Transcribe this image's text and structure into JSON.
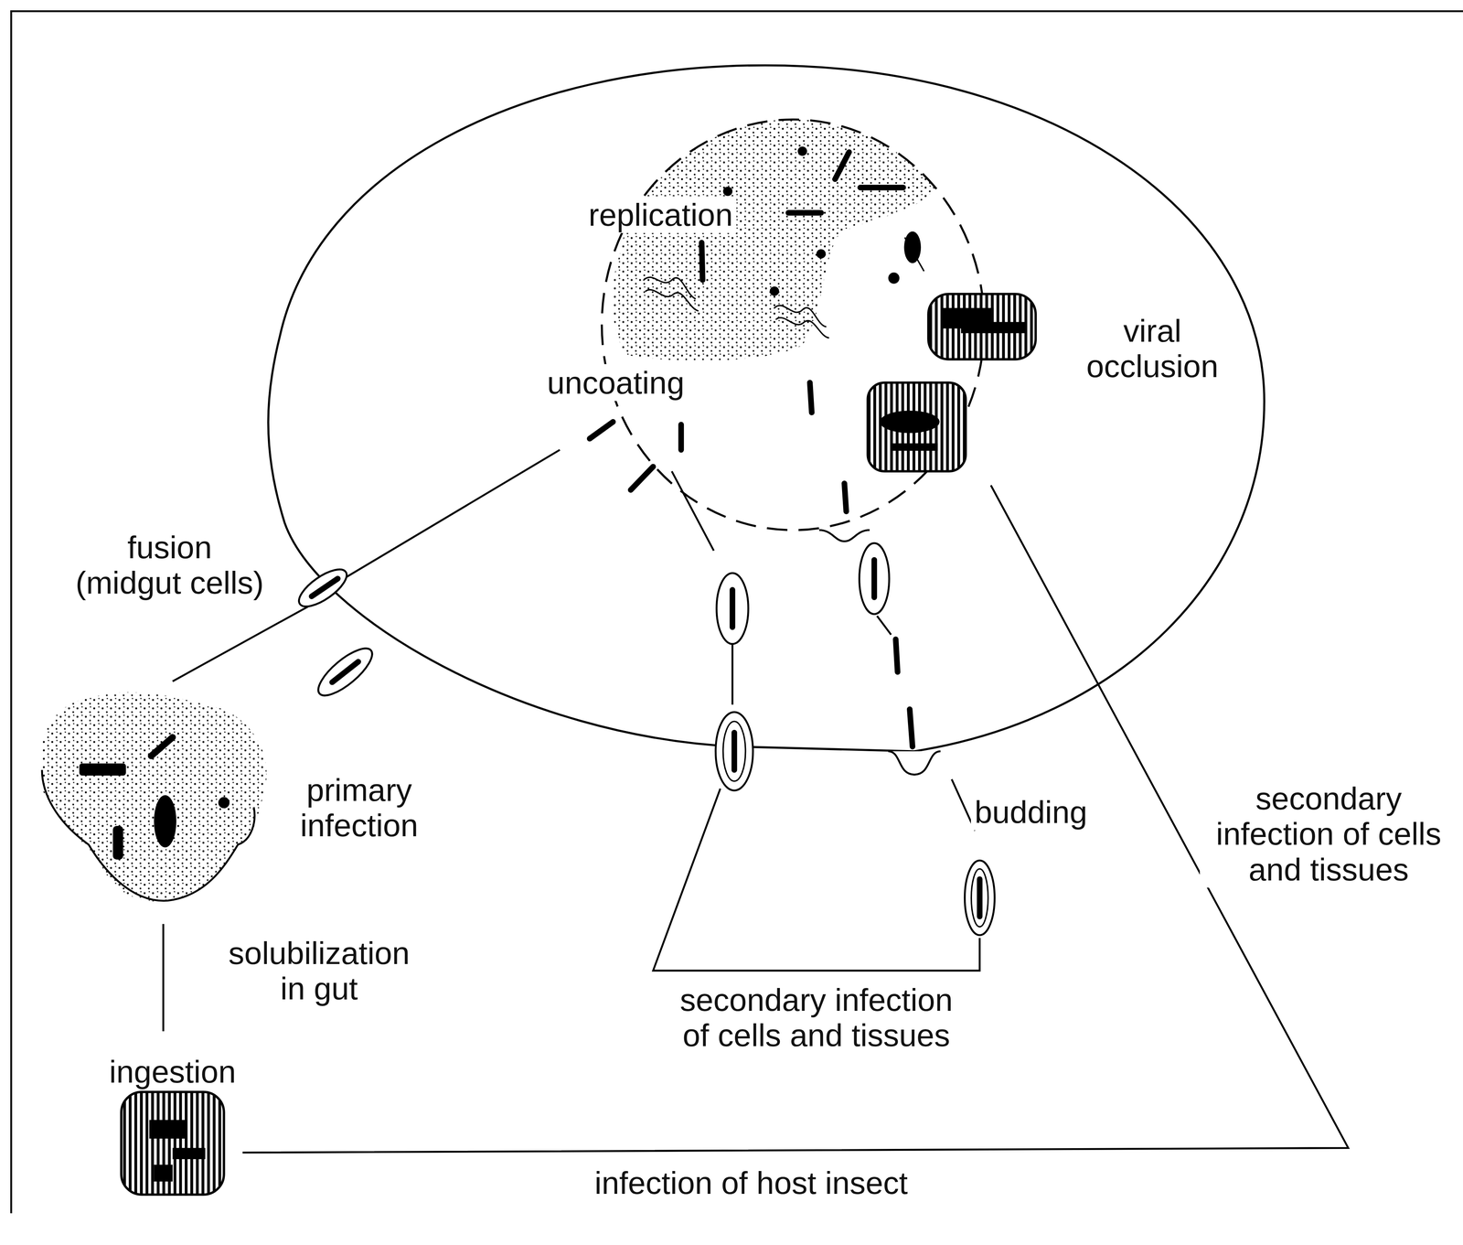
{
  "diagram": {
    "labels": [
      "replication",
      "uncoating",
      "viral occlusion",
      "fusion (midgut cells)",
      "primary infection",
      "solubilization in gut",
      "ingestion",
      "budding",
      "secondary infection of cells and tissues",
      "secondary infection of cells and tissues",
      "infection of host insect"
    ]
  }
}
